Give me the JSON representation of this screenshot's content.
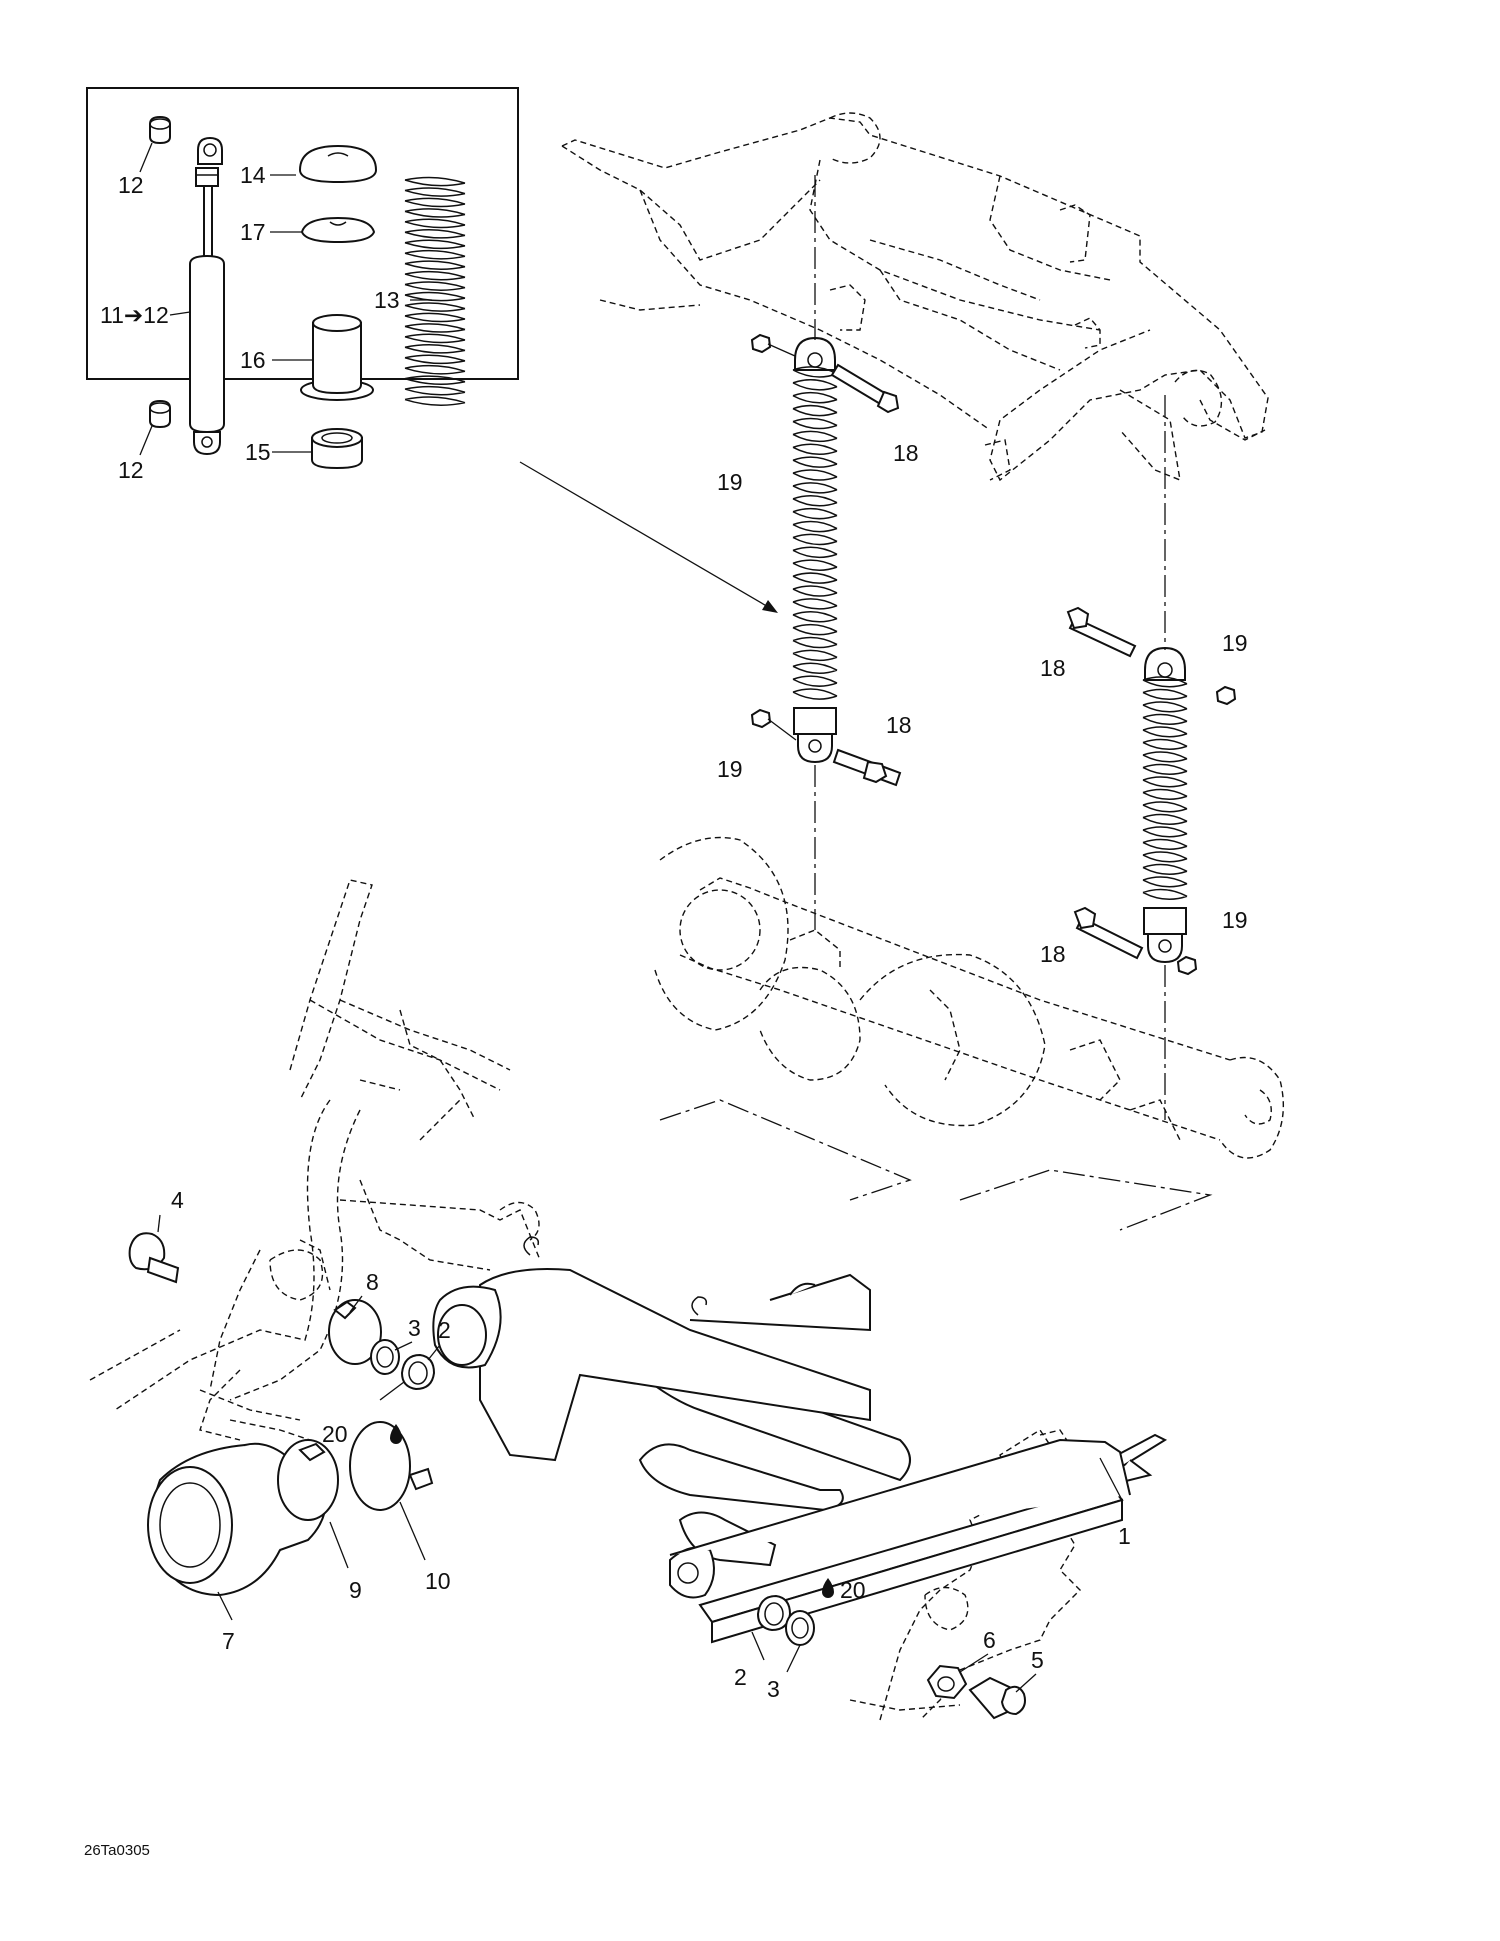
{
  "inset": {
    "callouts": {
      "c12a": "12",
      "c14": "14",
      "c17": "17",
      "c11": "11➔12",
      "c13": "13",
      "c16": "16",
      "c12b": "12",
      "c15": "15"
    }
  },
  "callouts": {
    "c19a": "19",
    "c18a": "18",
    "c18b": "18",
    "c19b": "19",
    "c19c": "19",
    "c18c": "18",
    "c18d": "18",
    "c19d": "19",
    "c4": "4",
    "c8": "8",
    "c3a": "3",
    "c2a": "2",
    "c20a": "20",
    "c1": "1",
    "c7": "7",
    "c9": "9",
    "c10": "10",
    "c20b": "20",
    "c2b": "2",
    "c3b": "3",
    "c6": "6",
    "c5": "5"
  },
  "drawing_code": "26Ta0305"
}
